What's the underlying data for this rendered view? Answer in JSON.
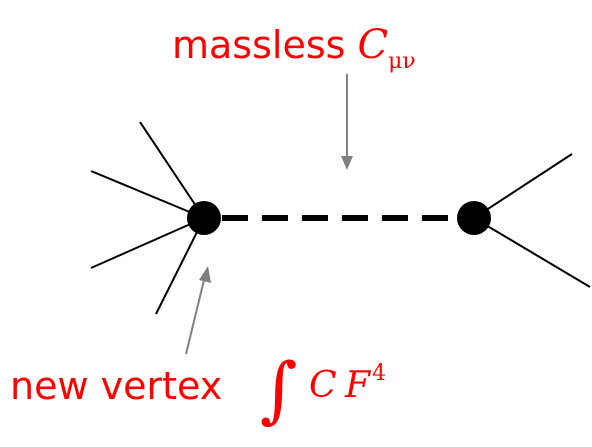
{
  "top_label": {
    "text": "massless ",
    "symbol": "C",
    "subscript": "μν"
  },
  "bottom_label": {
    "text": "new vertex",
    "integral": "∫",
    "field_c": "C",
    "field_f": "F",
    "exponent": "4"
  },
  "colors": {
    "label": "#ff0000",
    "arrow": "#808080",
    "line": "#000000"
  }
}
